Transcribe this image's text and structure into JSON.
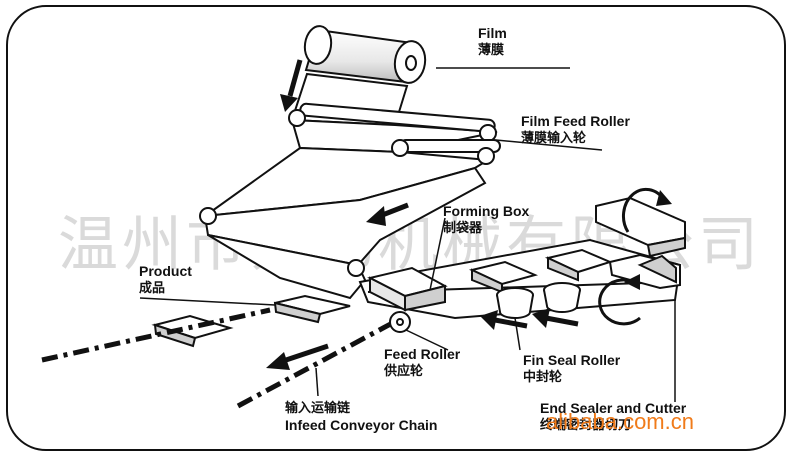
{
  "labels": {
    "film": {
      "en": "Film",
      "zh": "薄膜"
    },
    "film_feed_roller": {
      "en": "Film Feed Roller",
      "zh": "薄膜输入轮"
    },
    "forming_box": {
      "en": "Forming Box",
      "zh": "制袋器"
    },
    "product": {
      "en": "Product",
      "zh": "成品"
    },
    "feed_roller": {
      "en": "Feed Roller",
      "zh": "供应轮"
    },
    "fin_seal_roller": {
      "en": "Fin Seal Roller",
      "zh": "中封轮"
    },
    "infeed_conveyor_chain": {
      "en": "Infeed Conveyor Chain",
      "zh": "输入运输链"
    },
    "end_sealer_and_cutter": {
      "en": "End Sealer and Cutter",
      "zh": "终端密封器切刀"
    }
  },
  "watermark": "温州市力亿机械有限公司",
  "site_mark": "alibaba.com.cn",
  "colors": {
    "line": "#111111",
    "fill": "#ffffff",
    "shadow": "#cfcfcf",
    "watermark": "#969696",
    "site_mark": "#f07b1a"
  }
}
